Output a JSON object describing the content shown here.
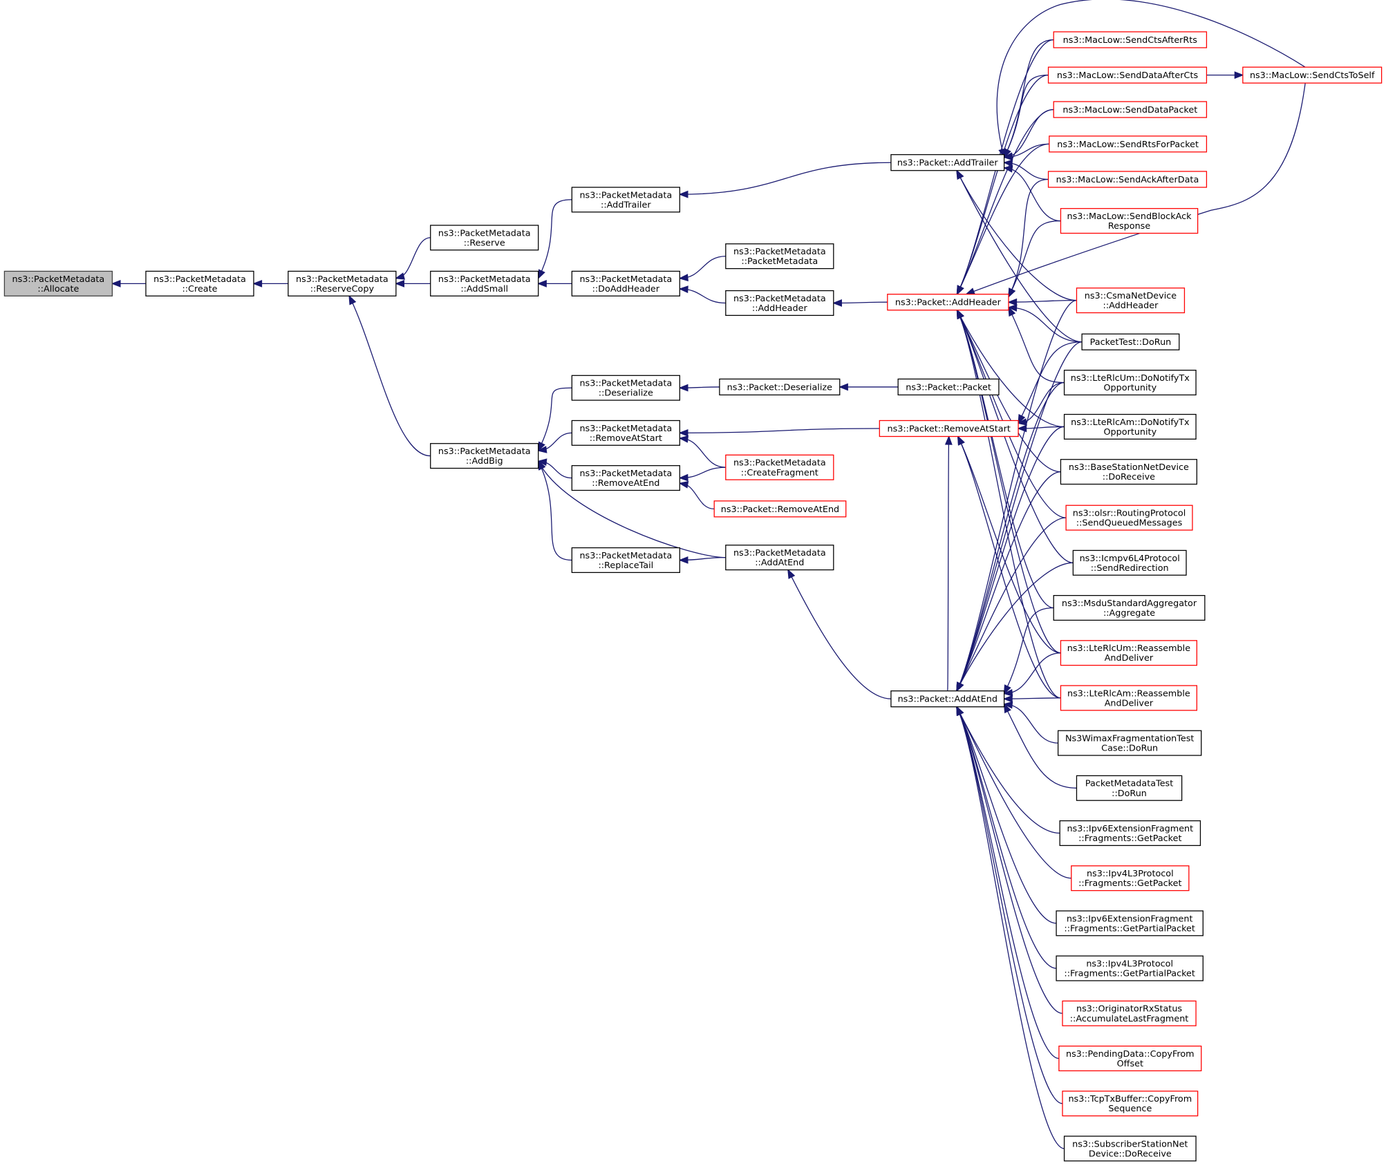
{
  "title": "ns3::PacketMetadata::Allocate caller graph",
  "colors": {
    "edge": "#191970",
    "focus_fill": "#bfbfbf",
    "node_fill": "#ffffff",
    "normal_border": "#000000",
    "truncated_border": "#ff0000"
  },
  "nodes": [
    {
      "id": "allocate",
      "lines": [
        "ns3::PacketMetadata",
        "::Allocate"
      ],
      "style": "focus"
    },
    {
      "id": "create",
      "lines": [
        "ns3::PacketMetadata",
        "::Create"
      ],
      "style": "normal"
    },
    {
      "id": "reservecopy",
      "lines": [
        "ns3::PacketMetadata",
        "::ReserveCopy"
      ],
      "style": "normal"
    },
    {
      "id": "reserve",
      "lines": [
        "ns3::PacketMetadata",
        "::Reserve"
      ],
      "style": "normal"
    },
    {
      "id": "addsmall",
      "lines": [
        "ns3::PacketMetadata",
        "::AddSmall"
      ],
      "style": "normal"
    },
    {
      "id": "addbig",
      "lines": [
        "ns3::PacketMetadata",
        "::AddBig"
      ],
      "style": "normal"
    },
    {
      "id": "pm_addtrailer",
      "lines": [
        "ns3::PacketMetadata",
        "::AddTrailer"
      ],
      "style": "normal"
    },
    {
      "id": "doaddheader",
      "lines": [
        "ns3::PacketMetadata",
        "::DoAddHeader"
      ],
      "style": "normal"
    },
    {
      "id": "pm_deserialize",
      "lines": [
        "ns3::PacketMetadata",
        "::Deserialize"
      ],
      "style": "normal"
    },
    {
      "id": "pm_removeatstart",
      "lines": [
        "ns3::PacketMetadata",
        "::RemoveAtStart"
      ],
      "style": "normal"
    },
    {
      "id": "pm_removeatend",
      "lines": [
        "ns3::PacketMetadata",
        "::RemoveAtEnd"
      ],
      "style": "normal"
    },
    {
      "id": "replacetail",
      "lines": [
        "ns3::PacketMetadata",
        "::ReplaceTail"
      ],
      "style": "normal"
    },
    {
      "id": "pm_packetmetadata",
      "lines": [
        "ns3::PacketMetadata",
        "::PacketMetadata"
      ],
      "style": "normal"
    },
    {
      "id": "pm_addheader",
      "lines": [
        "ns3::PacketMetadata",
        "::AddHeader"
      ],
      "style": "normal"
    },
    {
      "id": "p_deserialize",
      "lines": [
        "ns3::Packet::Deserialize"
      ],
      "style": "normal"
    },
    {
      "id": "createfragment",
      "lines": [
        "ns3::PacketMetadata",
        "::CreateFragment"
      ],
      "style": "truncated"
    },
    {
      "id": "p_removeatend",
      "lines": [
        "ns3::Packet::RemoveAtEnd"
      ],
      "style": "truncated"
    },
    {
      "id": "pm_addatend",
      "lines": [
        "ns3::PacketMetadata",
        "::AddAtEnd"
      ],
      "style": "normal"
    },
    {
      "id": "p_addtrailer",
      "lines": [
        "ns3::Packet::AddTrailer"
      ],
      "style": "normal"
    },
    {
      "id": "p_addheader",
      "lines": [
        "ns3::Packet::AddHeader"
      ],
      "style": "truncated"
    },
    {
      "id": "p_packet",
      "lines": [
        "ns3::Packet::Packet"
      ],
      "style": "normal"
    },
    {
      "id": "p_removeatstart",
      "lines": [
        "ns3::Packet::RemoveAtStart"
      ],
      "style": "truncated"
    },
    {
      "id": "p_addatend",
      "lines": [
        "ns3::Packet::AddAtEnd"
      ],
      "style": "normal"
    },
    {
      "id": "sendctsafterrts",
      "lines": [
        "ns3::MacLow::SendCtsAfterRts"
      ],
      "style": "truncated"
    },
    {
      "id": "senddataaftercts",
      "lines": [
        "ns3::MacLow::SendDataAfterCts"
      ],
      "style": "truncated"
    },
    {
      "id": "senddatapacket",
      "lines": [
        "ns3::MacLow::SendDataPacket"
      ],
      "style": "truncated"
    },
    {
      "id": "sendrtsforpacket",
      "lines": [
        "ns3::MacLow::SendRtsForPacket"
      ],
      "style": "truncated"
    },
    {
      "id": "sendackafterdata",
      "lines": [
        "ns3::MacLow::SendAckAfterData"
      ],
      "style": "truncated"
    },
    {
      "id": "sendblockack",
      "lines": [
        "ns3::MacLow::SendBlockAck",
        "Response"
      ],
      "style": "truncated"
    },
    {
      "id": "csma_addheader",
      "lines": [
        "ns3::CsmaNetDevice",
        "::AddHeader"
      ],
      "style": "truncated"
    },
    {
      "id": "packettest",
      "lines": [
        "PacketTest::DoRun"
      ],
      "style": "normal"
    },
    {
      "id": "ltercum_notify",
      "lines": [
        "ns3::LteRlcUm::DoNotifyTx",
        "Opportunity"
      ],
      "style": "normal"
    },
    {
      "id": "ltercam_notify",
      "lines": [
        "ns3::LteRlcAm::DoNotifyTx",
        "Opportunity"
      ],
      "style": "normal"
    },
    {
      "id": "bs_doreceive",
      "lines": [
        "ns3::BaseStationNetDevice",
        "::DoReceive"
      ],
      "style": "normal"
    },
    {
      "id": "olsr_send",
      "lines": [
        "ns3::olsr::RoutingProtocol",
        "::SendQueuedMessages"
      ],
      "style": "truncated"
    },
    {
      "id": "icmpv6_redirect",
      "lines": [
        "ns3::Icmpv6L4Protocol",
        "::SendRedirection"
      ],
      "style": "normal"
    },
    {
      "id": "msdu_aggregate",
      "lines": [
        "ns3::MsduStandardAggregator",
        "::Aggregate"
      ],
      "style": "normal"
    },
    {
      "id": "ltercum_reassemble",
      "lines": [
        "ns3::LteRlcUm::Reassemble",
        "AndDeliver"
      ],
      "style": "truncated"
    },
    {
      "id": "ltercam_reassemble",
      "lines": [
        "ns3::LteRlcAm::Reassemble",
        "AndDeliver"
      ],
      "style": "truncated"
    },
    {
      "id": "wimax_frag",
      "lines": [
        "Ns3WimaxFragmentationTest",
        "Case::DoRun"
      ],
      "style": "normal"
    },
    {
      "id": "pmtest",
      "lines": [
        "PacketMetadataTest",
        "::DoRun"
      ],
      "style": "normal"
    },
    {
      "id": "ipv6_getpacket",
      "lines": [
        "ns3::Ipv6ExtensionFragment",
        "::Fragments::GetPacket"
      ],
      "style": "normal"
    },
    {
      "id": "ipv4_getpacket",
      "lines": [
        "ns3::Ipv4L3Protocol",
        "::Fragments::GetPacket"
      ],
      "style": "truncated"
    },
    {
      "id": "ipv6_getpartial",
      "lines": [
        "ns3::Ipv6ExtensionFragment",
        "::Fragments::GetPartialPacket"
      ],
      "style": "normal"
    },
    {
      "id": "ipv4_getpartial",
      "lines": [
        "ns3::Ipv4L3Protocol",
        "::Fragments::GetPartialPacket"
      ],
      "style": "normal"
    },
    {
      "id": "originator_accum",
      "lines": [
        "ns3::OriginatorRxStatus",
        "::AccumulateLastFragment"
      ],
      "style": "truncated"
    },
    {
      "id": "pending_copy",
      "lines": [
        "ns3::PendingData::CopyFrom",
        "Offset"
      ],
      "style": "truncated"
    },
    {
      "id": "tcptx_copy",
      "lines": [
        "ns3::TcpTxBuffer::CopyFrom",
        "Sequence"
      ],
      "style": "truncated"
    },
    {
      "id": "ss_doreceive",
      "lines": [
        "ns3::SubscriberStationNet",
        "Device::DoReceive"
      ],
      "style": "normal"
    },
    {
      "id": "sendctstoself",
      "lines": [
        "ns3::MacLow::SendCtsToSelf"
      ],
      "style": "truncated"
    }
  ],
  "edges": [
    [
      "create",
      "allocate"
    ],
    [
      "reservecopy",
      "create"
    ],
    [
      "reserve",
      "reservecopy"
    ],
    [
      "addsmall",
      "reservecopy"
    ],
    [
      "addbig",
      "reservecopy"
    ],
    [
      "pm_addtrailer",
      "addsmall"
    ],
    [
      "doaddheader",
      "addsmall"
    ],
    [
      "pm_deserialize",
      "addbig"
    ],
    [
      "pm_removeatstart",
      "addbig"
    ],
    [
      "pm_removeatend",
      "addbig"
    ],
    [
      "replacetail",
      "addbig"
    ],
    [
      "pm_addatend",
      "addbig"
    ],
    [
      "p_addtrailer",
      "pm_addtrailer"
    ],
    [
      "pm_packetmetadata",
      "doaddheader"
    ],
    [
      "pm_addheader",
      "doaddheader"
    ],
    [
      "p_deserialize",
      "pm_deserialize"
    ],
    [
      "p_removeatstart",
      "pm_removeatstart"
    ],
    [
      "createfragment",
      "pm_removeatstart"
    ],
    [
      "createfragment",
      "pm_removeatend"
    ],
    [
      "p_removeatend",
      "pm_removeatend"
    ],
    [
      "pm_addatend",
      "replacetail"
    ],
    [
      "p_addatend",
      "pm_addatend"
    ],
    [
      "p_addheader",
      "pm_addheader"
    ],
    [
      "p_packet",
      "p_deserialize"
    ],
    [
      "sendctsafterrts",
      "p_addtrailer"
    ],
    [
      "senddataaftercts",
      "p_addtrailer"
    ],
    [
      "senddatapacket",
      "p_addtrailer"
    ],
    [
      "sendrtsforpacket",
      "p_addtrailer"
    ],
    [
      "sendackafterdata",
      "p_addtrailer"
    ],
    [
      "sendblockack",
      "p_addtrailer"
    ],
    [
      "csma_addheader",
      "p_addtrailer"
    ],
    [
      "packettest",
      "p_addtrailer"
    ],
    [
      "sendctstoself",
      "p_addtrailer"
    ],
    [
      "sendctsafterrts",
      "p_addheader"
    ],
    [
      "senddataaftercts",
      "p_addheader"
    ],
    [
      "senddatapacket",
      "p_addheader"
    ],
    [
      "sendrtsforpacket",
      "p_addheader"
    ],
    [
      "sendackafterdata",
      "p_addheader"
    ],
    [
      "sendblockack",
      "p_addheader"
    ],
    [
      "sendctstoself",
      "p_addheader"
    ],
    [
      "csma_addheader",
      "p_addheader"
    ],
    [
      "packettest",
      "p_addheader"
    ],
    [
      "ltercum_notify",
      "p_addheader"
    ],
    [
      "ltercam_notify",
      "p_addheader"
    ],
    [
      "bs_doreceive",
      "p_addheader"
    ],
    [
      "olsr_send",
      "p_addheader"
    ],
    [
      "icmpv6_redirect",
      "p_addheader"
    ],
    [
      "msdu_aggregate",
      "p_addheader"
    ],
    [
      "ltercum_reassemble",
      "p_addheader"
    ],
    [
      "ltercam_reassemble",
      "p_addheader"
    ],
    [
      "senddataaftercts",
      "sendctstoself"
    ],
    [
      "packettest",
      "p_removeatstart"
    ],
    [
      "ltercum_notify",
      "p_removeatstart"
    ],
    [
      "ltercam_notify",
      "p_removeatstart"
    ],
    [
      "ltercum_reassemble",
      "p_removeatstart"
    ],
    [
      "ltercam_reassemble",
      "p_removeatstart"
    ],
    [
      "p_addatend",
      "p_removeatstart"
    ],
    [
      "packettest",
      "p_addatend"
    ],
    [
      "ltercum_notify",
      "p_addatend"
    ],
    [
      "ltercam_notify",
      "p_addatend"
    ],
    [
      "bs_doreceive",
      "p_addatend"
    ],
    [
      "olsr_send",
      "p_addatend"
    ],
    [
      "icmpv6_redirect",
      "p_addatend"
    ],
    [
      "msdu_aggregate",
      "p_addatend"
    ],
    [
      "ltercum_reassemble",
      "p_addatend"
    ],
    [
      "ltercam_reassemble",
      "p_addatend"
    ],
    [
      "wimax_frag",
      "p_addatend"
    ],
    [
      "pmtest",
      "p_addatend"
    ],
    [
      "ipv6_getpacket",
      "p_addatend"
    ],
    [
      "ipv4_getpacket",
      "p_addatend"
    ],
    [
      "ipv6_getpartial",
      "p_addatend"
    ],
    [
      "ipv4_getpartial",
      "p_addatend"
    ],
    [
      "originator_accum",
      "p_addatend"
    ],
    [
      "pending_copy",
      "p_addatend"
    ],
    [
      "tcptx_copy",
      "p_addatend"
    ],
    [
      "ss_doreceive",
      "p_addatend"
    ],
    [
      "csma_addheader",
      "p_addatend"
    ]
  ]
}
